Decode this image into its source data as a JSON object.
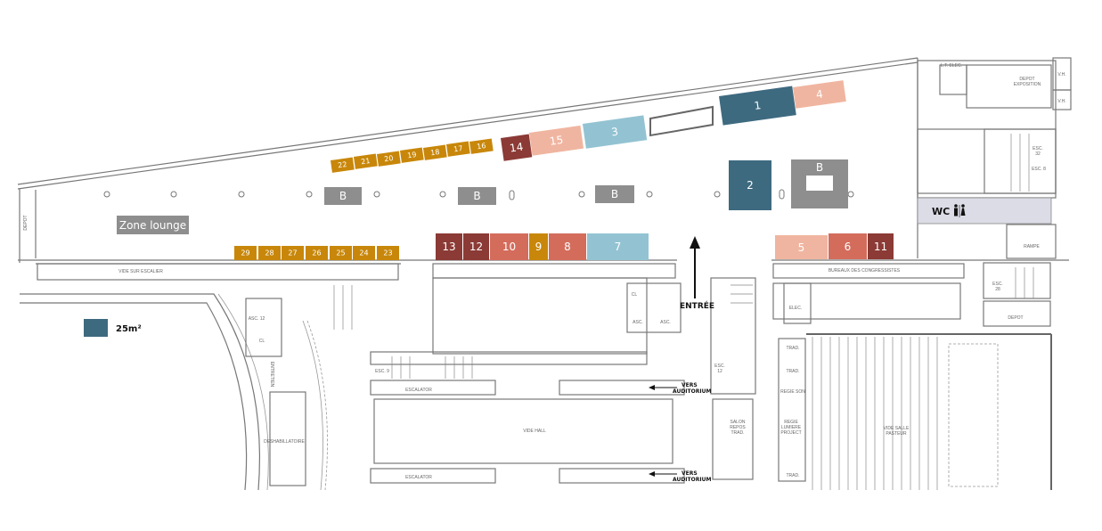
{
  "booths": {
    "b1": "1",
    "b2": "2",
    "b3": "3",
    "b4": "4",
    "b5": "5",
    "b6": "6",
    "b7": "7",
    "b8": "8",
    "b9": "9",
    "b10": "10",
    "b11": "11",
    "b12": "12",
    "b13": "13",
    "b14": "14",
    "b15": "15",
    "b16": "16",
    "b17": "17",
    "b18": "18",
    "b19": "19",
    "b20": "20",
    "b21": "21",
    "b22": "22",
    "b23": "23",
    "b24": "24",
    "b25": "25",
    "b26": "26",
    "b27": "27",
    "b28": "28",
    "b29": "29"
  },
  "bar_label": "B",
  "zone_lounge": "Zone lounge",
  "wc": "WC",
  "legend": {
    "size": "25m²",
    "color": "#3e6a80"
  },
  "entrance": "ENTRÉE",
  "vers_auditorium": [
    "VERS",
    "AUDITORIUM"
  ],
  "colors": {
    "teal": "#3e6a80",
    "sky": "#93c3d2",
    "peach": "#f0b5a0",
    "coral": "#d46c5c",
    "wine": "#8b3a35",
    "gold": "#c8870a",
    "bar": "#8e8e8e",
    "wc": "#dcdce6"
  },
  "rooms": {
    "lt_elec": "L.T. ELEC.",
    "depot_expo_1": "DEPOT",
    "depot_expo_2": "EXPOSITION",
    "vh": "V.H.",
    "esc32_1": "ESC.",
    "esc32_2": "32",
    "esc8": "ESC. 8",
    "rampe": "RAMPE",
    "esc28_1": "ESC.",
    "esc28_2": "28",
    "depot": "DEPOT",
    "bureaux": "BUREAUX DES CONGRESSISTES",
    "elec": "ELEC.",
    "vide_escalier": "VIDE SUR ESCALIER",
    "asc12": "ASC. 12",
    "cl": "CL",
    "esc9": "ESC. 9",
    "escalator": "ESCALATOR",
    "vide_hall": "VIDE HALL",
    "asc": "ASC.",
    "esc12_1": "ESC.",
    "esc12_2": "12",
    "salon": [
      "SALON",
      "REPOS",
      "TRAD."
    ],
    "trad": "TRAD.",
    "regie_son": "REGIE SON",
    "regie_lum": [
      "REGIE",
      "LUMIERE",
      "PROJECT"
    ],
    "vide_salle": [
      "VIDE SALLE",
      "PASTEUR"
    ],
    "depot_left": "DEPOT",
    "deshab": "DESHABILLATOIRE",
    "entretien": "ENTRETIEN"
  }
}
